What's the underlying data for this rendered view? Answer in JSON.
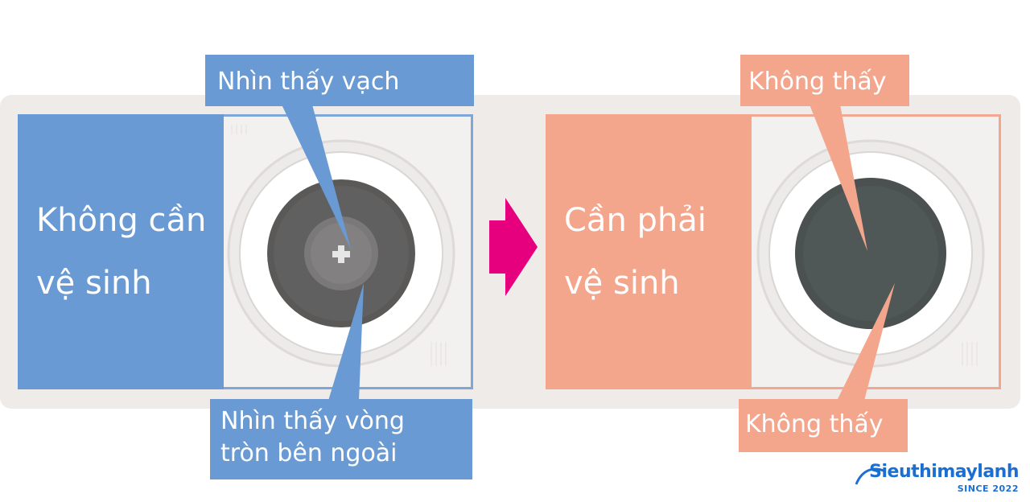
{
  "left_panel": {
    "label_line1": "Không cần",
    "label_line2": "vệ sinh",
    "callout_top": "Nhìn thấy vạch",
    "callout_bottom_line1": "Nhìn thấy vòng",
    "callout_bottom_line2": "tròn bên ngoài",
    "color": "#6a9ad3"
  },
  "right_panel": {
    "label_line1": "Cần phải",
    "label_line2": "vệ sinh",
    "callout_top": "Không thấy",
    "callout_bottom": "Không thấy",
    "color": "#f4a68d"
  },
  "arrow": {
    "icon": "arrow-right-icon",
    "color": "#e6007e"
  },
  "logo": {
    "name": "Sieuthimaylanh",
    "tagline": "SINCE 2022",
    "color": "#1a6fd1"
  }
}
